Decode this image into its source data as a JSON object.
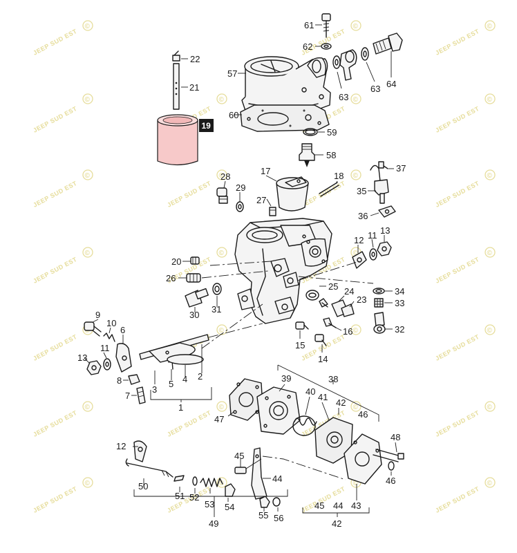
{
  "watermark": {
    "text": "JEEP SUD EST",
    "symbol": "©"
  },
  "colors": {
    "highlight": "#f7c9c9",
    "line": "#1a1a1a",
    "watermark": "#e6dd9b"
  },
  "selected_part": "19",
  "callouts": {
    "n61": "61",
    "n62": "62",
    "n57": "57",
    "n63a": "63",
    "n63b": "63",
    "n64": "64",
    "n60": "60",
    "n59": "59",
    "n58": "58",
    "n22": "22",
    "n21": "21",
    "n19": "19",
    "n28": "28",
    "n29": "29",
    "n27": "27",
    "n17": "17",
    "n18": "18",
    "n37": "37",
    "n35": "35",
    "n36": "36",
    "n12a": "12",
    "n11a": "11",
    "n13a": "13",
    "n20": "20",
    "n26": "26",
    "n25": "25",
    "n34": "34",
    "n24": "24",
    "n23": "23",
    "n33": "33",
    "n30": "30",
    "n31": "31",
    "n16": "16",
    "n32": "32",
    "n15": "15",
    "n14": "14",
    "n9": "9",
    "n10": "10",
    "n6": "6",
    "n13b": "13",
    "n11b": "11",
    "n8": "8",
    "n7": "7",
    "n3": "3",
    "n5": "5",
    "n4": "4",
    "n2": "2",
    "n1": "1",
    "n39": "39",
    "n38": "38",
    "n40": "40",
    "n41": "41",
    "n42a": "42",
    "n46a": "46",
    "n47": "47",
    "n48": "48",
    "n46b": "46",
    "n12b": "12",
    "n45a": "45",
    "n44a": "44",
    "n50": "50",
    "n51": "51",
    "n52": "52",
    "n53": "53",
    "n54": "54",
    "n55": "55",
    "n56": "56",
    "n49": "49",
    "n45b": "45",
    "n44b": "44",
    "n43": "43",
    "n42b": "42"
  }
}
